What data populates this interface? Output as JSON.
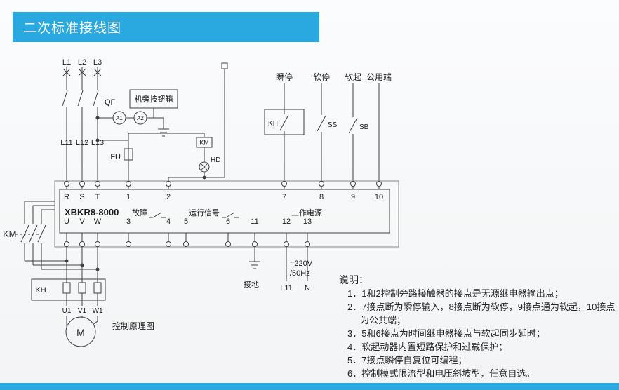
{
  "title": "二次标准接线图",
  "colors": {
    "accent": "#29a9e0",
    "line": "#3f3f3f"
  },
  "diagram": {
    "phases": [
      "L1",
      "L2",
      "L3"
    ],
    "breaker": "QF",
    "button_box": "机旁按钮箱",
    "ammeters": [
      "A1",
      "A2"
    ],
    "line_labels": [
      "L11",
      "L12",
      "L13"
    ],
    "fuse": "FU",
    "contactor_coil": "KM",
    "indicator": "HD",
    "control_labels": [
      "瞬停",
      "软停",
      "软起",
      "公用端"
    ],
    "thermal_relay": "KH",
    "ss_button": "SS",
    "sb_button": "SB",
    "device_model": "XBKR8-8000",
    "fault": "故障",
    "run_signal": "运行信号",
    "work_power": "工作电源",
    "top_terminals": [
      "R",
      "S",
      "T",
      "1",
      "2",
      "7",
      "8",
      "9",
      "10"
    ],
    "bottom_terminals": [
      "U",
      "V",
      "W",
      "3",
      "4",
      "5",
      "6",
      "11",
      "12",
      "13"
    ],
    "bypass_contactor": "KM",
    "thermal_relay_bottom": "KH",
    "motor_terminals": [
      "U1",
      "V1",
      "W1"
    ],
    "motor": "M",
    "schematic_caption": "控制原理图",
    "ground_label": "接地",
    "power_supply_line1": "=220V",
    "power_supply_line2": "/50Hz",
    "l11_bottom": "L11",
    "neutral": "N"
  },
  "notes": {
    "heading": "说明：",
    "items": [
      "1．1和2控制旁路接触器的接点是无源继电器输出点；",
      "2．7接点断为瞬停输入，8接点断为软停，9接点通为软起，10接点为公共端；",
      "3．5和6接点为时间继电器接点与软起同步延时；",
      "4．软起动器内置短路保护和过载保护；",
      "5．7接点瞬停自复位可编程；",
      "6．控制模式限流型和电压斜坡型，任意自选。"
    ]
  }
}
